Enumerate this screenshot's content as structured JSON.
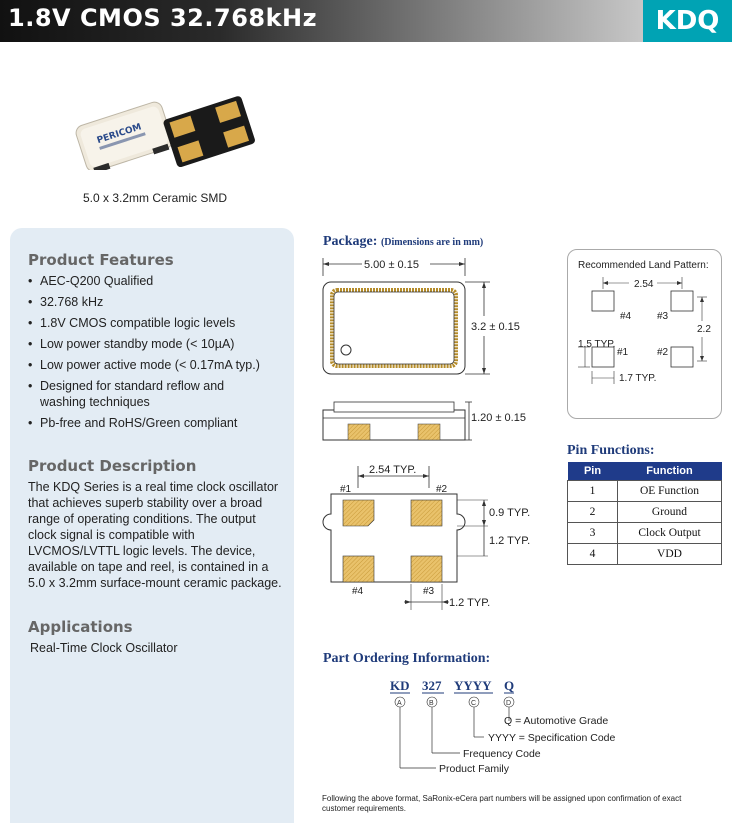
{
  "header": {
    "title": "1.8V CMOS 32.768kHz",
    "logo": "KDQ",
    "logo_color": "#00a3b4"
  },
  "photo": {
    "chip_brand_line1": "PERICOM",
    "caption": "5.0 x 3.2mm Ceramic SMD"
  },
  "features": {
    "title": "Product Features",
    "items": [
      "AEC-Q200 Qualified",
      "32.768 kHz",
      "1.8V CMOS compatible logic levels",
      "Low power standby mode (< 10µA)",
      "Low power active mode (< 0.17mA typ.)",
      "Designed for standard reflow and washing techniques",
      "Pb-free and RoHS/Green compliant"
    ]
  },
  "description": {
    "title": "Product Description",
    "text": "The KDQ Series is a real time clock oscillator that achieves superb stability over a broad range of operating conditions. The output clock signal is compatible with LVCMOS/LVTTL logic levels.  The device, available on tape and reel, is contained in a 5.0 x 3.2mm surface-mount ceramic package."
  },
  "applications": {
    "title": "Applications",
    "text": "Real-Time Clock Oscillator"
  },
  "package": {
    "title": "Package:",
    "subtitle": "(Dimensions are in mm)",
    "width_dim": "5.00 ± 0.15",
    "height_dim": "3.2 ± 0.15",
    "thickness_dim": "1.20 ± 0.15",
    "pitch_dim": "2.54  TYP.",
    "pad_h_dim": "0.9  TYP.",
    "pitch_v_dim": "1.2  TYP.",
    "pad_w_dim": "1.2  TYP.",
    "pin1": "#1",
    "pin2": "#2",
    "pin3": "#3",
    "pin4": "#4"
  },
  "land_pattern": {
    "title": "Recommended Land Pattern:",
    "h_dim": "2.54",
    "v_dim": "2.2",
    "pad_dim": "1.5  TYP.",
    "pad_w_dim": "1.7  TYP."
  },
  "pin_functions": {
    "title": "Pin Functions:",
    "headers": [
      "Pin",
      "Function"
    ],
    "rows": [
      {
        "pin": "1",
        "function": "OE Function"
      },
      {
        "pin": "2",
        "function": "Ground"
      },
      {
        "pin": "3",
        "function": "Clock Output"
      },
      {
        "pin": "4",
        "function": "VDD"
      }
    ]
  },
  "ordering": {
    "title": "Part Ordering Information:",
    "code_parts": [
      "KD",
      "327",
      "YYYY",
      "Q"
    ],
    "letters": [
      "A",
      "B",
      "C",
      "D"
    ],
    "legend": [
      "Q = Automotive Grade",
      "YYYY = Specification Code",
      "Frequency Code",
      "Product Family"
    ],
    "footnote": "Following the above format, SaRonix-eCera part numbers will be assigned upon confirmation of exact customer requirements."
  }
}
